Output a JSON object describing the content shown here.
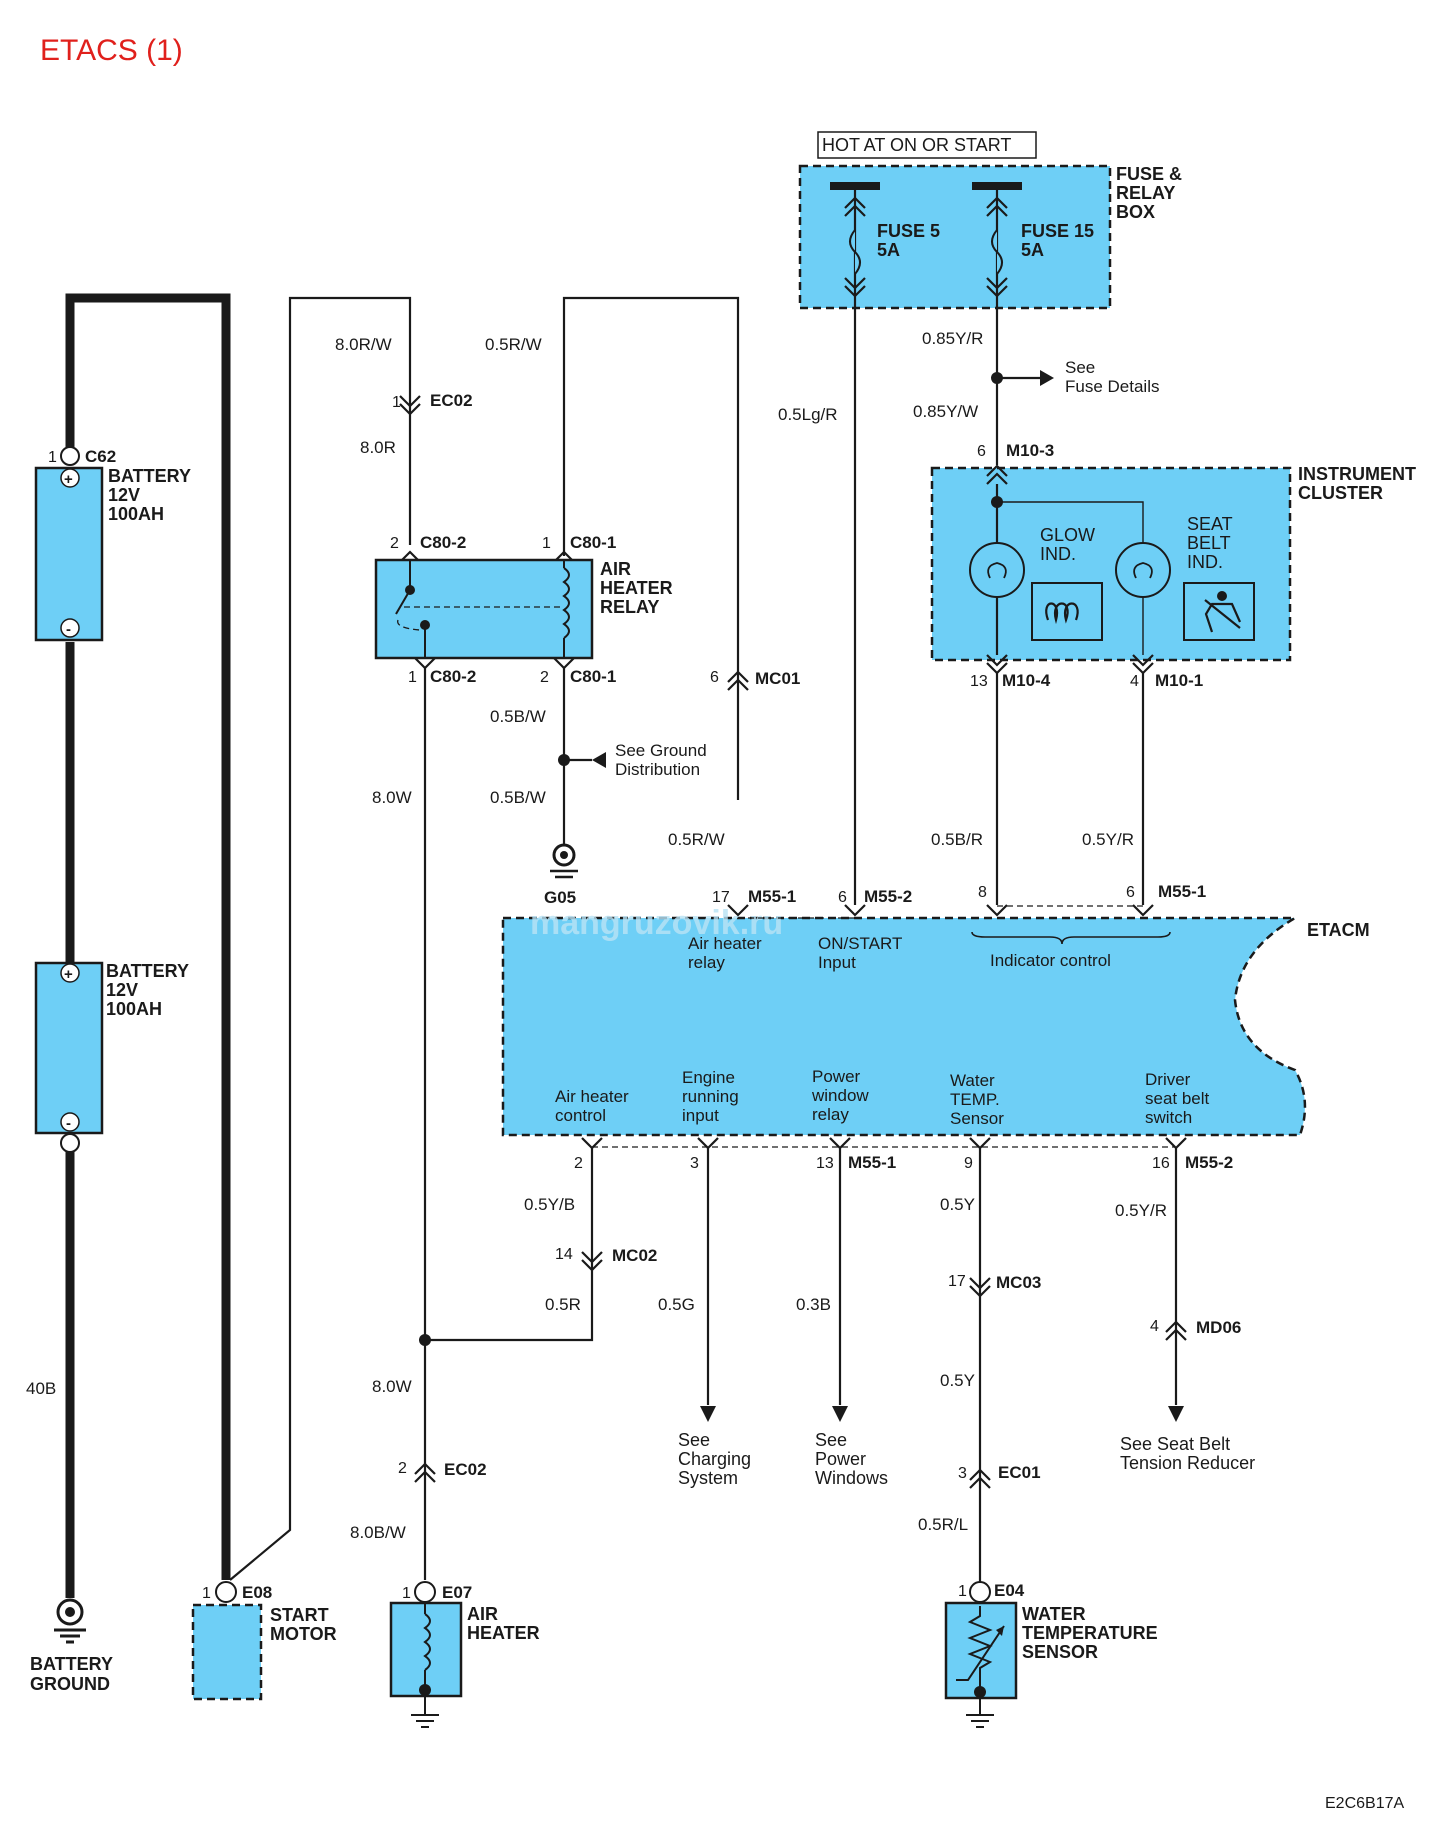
{
  "title": "ETACS (1)",
  "code": "E2C6B17A",
  "watermark": "mangruzovik.ru",
  "fuse_box": {
    "header": "HOT AT ON OR START",
    "l1": "FUSE &",
    "l2": "RELAY",
    "l3": "BOX",
    "fuse5_a": "FUSE 5",
    "fuse5_b": "5A",
    "fuse15_a": "FUSE 15",
    "fuse15_b": "5A"
  },
  "battery_top": {
    "pin": "1",
    "conn": "C62",
    "l1": "BATTERY",
    "l2": "12V",
    "l3": "100AH"
  },
  "battery_bottom": {
    "l1": "BATTERY",
    "l2": "12V",
    "l3": "100AH"
  },
  "battery_ground": {
    "l1": "BATTERY",
    "l2": "GROUND",
    "wire": "40B"
  },
  "relay": {
    "l1": "AIR",
    "l2": "HEATER",
    "l3": "RELAY",
    "t_l_pin": "2",
    "t_l_conn": "C80-2",
    "t_r_pin": "1",
    "t_r_conn": "C80-1",
    "b_l_pin": "1",
    "b_l_conn": "C80-2",
    "b_r_pin": "2",
    "b_r_conn": "C80-1"
  },
  "wires": {
    "w_8_0r_w": "8.0R/W",
    "w_0_5r_w": "0.5R/W",
    "w_8_0r": "8.0R",
    "ec02_pin1": "1",
    "ec02_a": "EC02",
    "w_0_5lg_r": "0.5Lg/R",
    "w_0_85y_r": "0.85Y/R",
    "w_0_85y_w": "0.85Y/W",
    "see_fuse_a": "See",
    "see_fuse_b": "Fuse Details",
    "m10_3_pin": "6",
    "m10_3": "M10-3",
    "mc01_pin": "6",
    "mc01": "MC01",
    "w_0_5b_w_1": "0.5B/W",
    "see_ground_a": "See Ground",
    "see_ground_b": "Distribution",
    "w_8_0w_1": "8.0W",
    "w_0_5b_w_2": "0.5B/W",
    "g05": "G05",
    "w_0_5r_w_2": "0.5R/W",
    "m10_4_pin": "13",
    "m10_4": "M10-4",
    "m10_1_pin": "4",
    "m10_1": "M10-1",
    "w_0_5b_r": "0.5B/R",
    "w_0_5y_r_1": "0.5Y/R",
    "m55_1_top_pin": "17",
    "m55_1_top": "M55-1",
    "m55_2_top_pin": "6",
    "m55_2_top": "M55-2",
    "ind_pin8": "8",
    "ind_pin6": "6",
    "m55_1_right": "M55-1",
    "pin2": "2",
    "pin3": "3",
    "pin13": "13",
    "m55_1_bot": "M55-1",
    "pin9": "9",
    "pin16": "16",
    "m55_2_bot": "M55-2",
    "w_0_5y_b": "0.5Y/B",
    "w_0_5y_1": "0.5Y",
    "w_0_5y_r_2": "0.5Y/R",
    "mc02_pin": "14",
    "mc02": "MC02",
    "mc03_pin": "17",
    "mc03": "MC03",
    "md06_pin": "4",
    "md06": "MD06",
    "w_0_5r": "0.5R",
    "w_0_5g": "0.5G",
    "w_0_3b": "0.3B",
    "w_8_0w_2": "8.0W",
    "w_0_5y_2": "0.5Y",
    "ec02_pin2": "2",
    "ec02_b": "EC02",
    "ec01_pin": "3",
    "ec01": "EC01",
    "w_8_0b_w": "8.0B/W",
    "w_0_5r_l": "0.5R/L"
  },
  "refs": {
    "charging_a": "See",
    "charging_b": "Charging",
    "charging_c": "System",
    "power_a": "See",
    "power_b": "Power",
    "power_c": "Windows",
    "seatbelt_a": "See Seat Belt",
    "seatbelt_b": "Tension Reducer"
  },
  "cluster": {
    "l1": "INSTRUMENT",
    "l2": "CLUSTER",
    "glow_a": "GLOW",
    "glow_b": "IND.",
    "seat_a": "SEAT",
    "seat_b": "BELT",
    "seat_c": "IND."
  },
  "etacm": {
    "name": "ETACM",
    "air_relay_a": "Air heater",
    "air_relay_b": "relay",
    "onstart_a": "ON/START",
    "onstart_b": "Input",
    "indicator": "Indicator control",
    "ahc_a": "Air heater",
    "ahc_b": "control",
    "eng_a": "Engine",
    "eng_b": "running",
    "eng_c": "input",
    "pw_a": "Power",
    "pw_b": "window",
    "pw_c": "relay",
    "wt_a": "Water",
    "wt_b": "TEMP.",
    "wt_c": "Sensor",
    "dsb_a": "Driver",
    "dsb_b": "seat belt",
    "dsb_c": "switch"
  },
  "start_motor": {
    "pin": "1",
    "conn": "E08",
    "l1": "START",
    "l2": "MOTOR"
  },
  "air_heater": {
    "pin": "1",
    "conn": "E07",
    "l1": "AIR",
    "l2": "HEATER"
  },
  "water_sensor": {
    "pin": "1",
    "conn": "E04",
    "l1": "WATER",
    "l2": "TEMPERATURE",
    "l3": "SENSOR"
  }
}
